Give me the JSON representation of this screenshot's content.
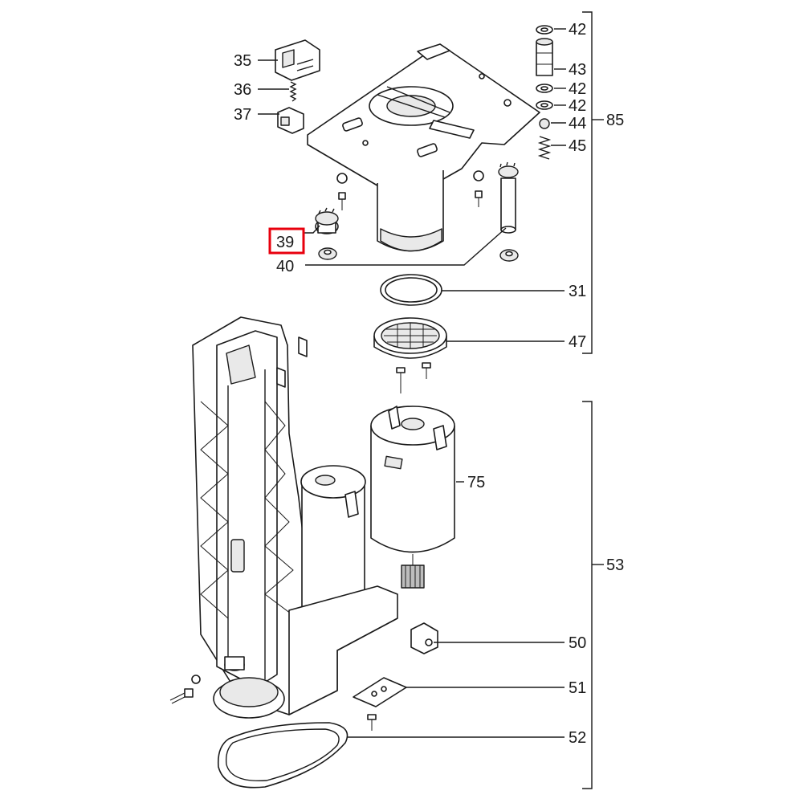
{
  "diagram": {
    "highlight_color": "#e8000d",
    "line_color": "#1a1a1a",
    "callouts": {
      "c35": "35",
      "c36": "36",
      "c37": "37",
      "c39": "39",
      "c40": "40",
      "c42a": "42",
      "c43": "43",
      "c42b": "42",
      "c42c": "42",
      "c44": "44",
      "c45": "45",
      "c85": "85",
      "c31": "31",
      "c47": "47",
      "c75": "75",
      "c53": "53",
      "c50": "50",
      "c51": "51",
      "c52": "52"
    }
  }
}
